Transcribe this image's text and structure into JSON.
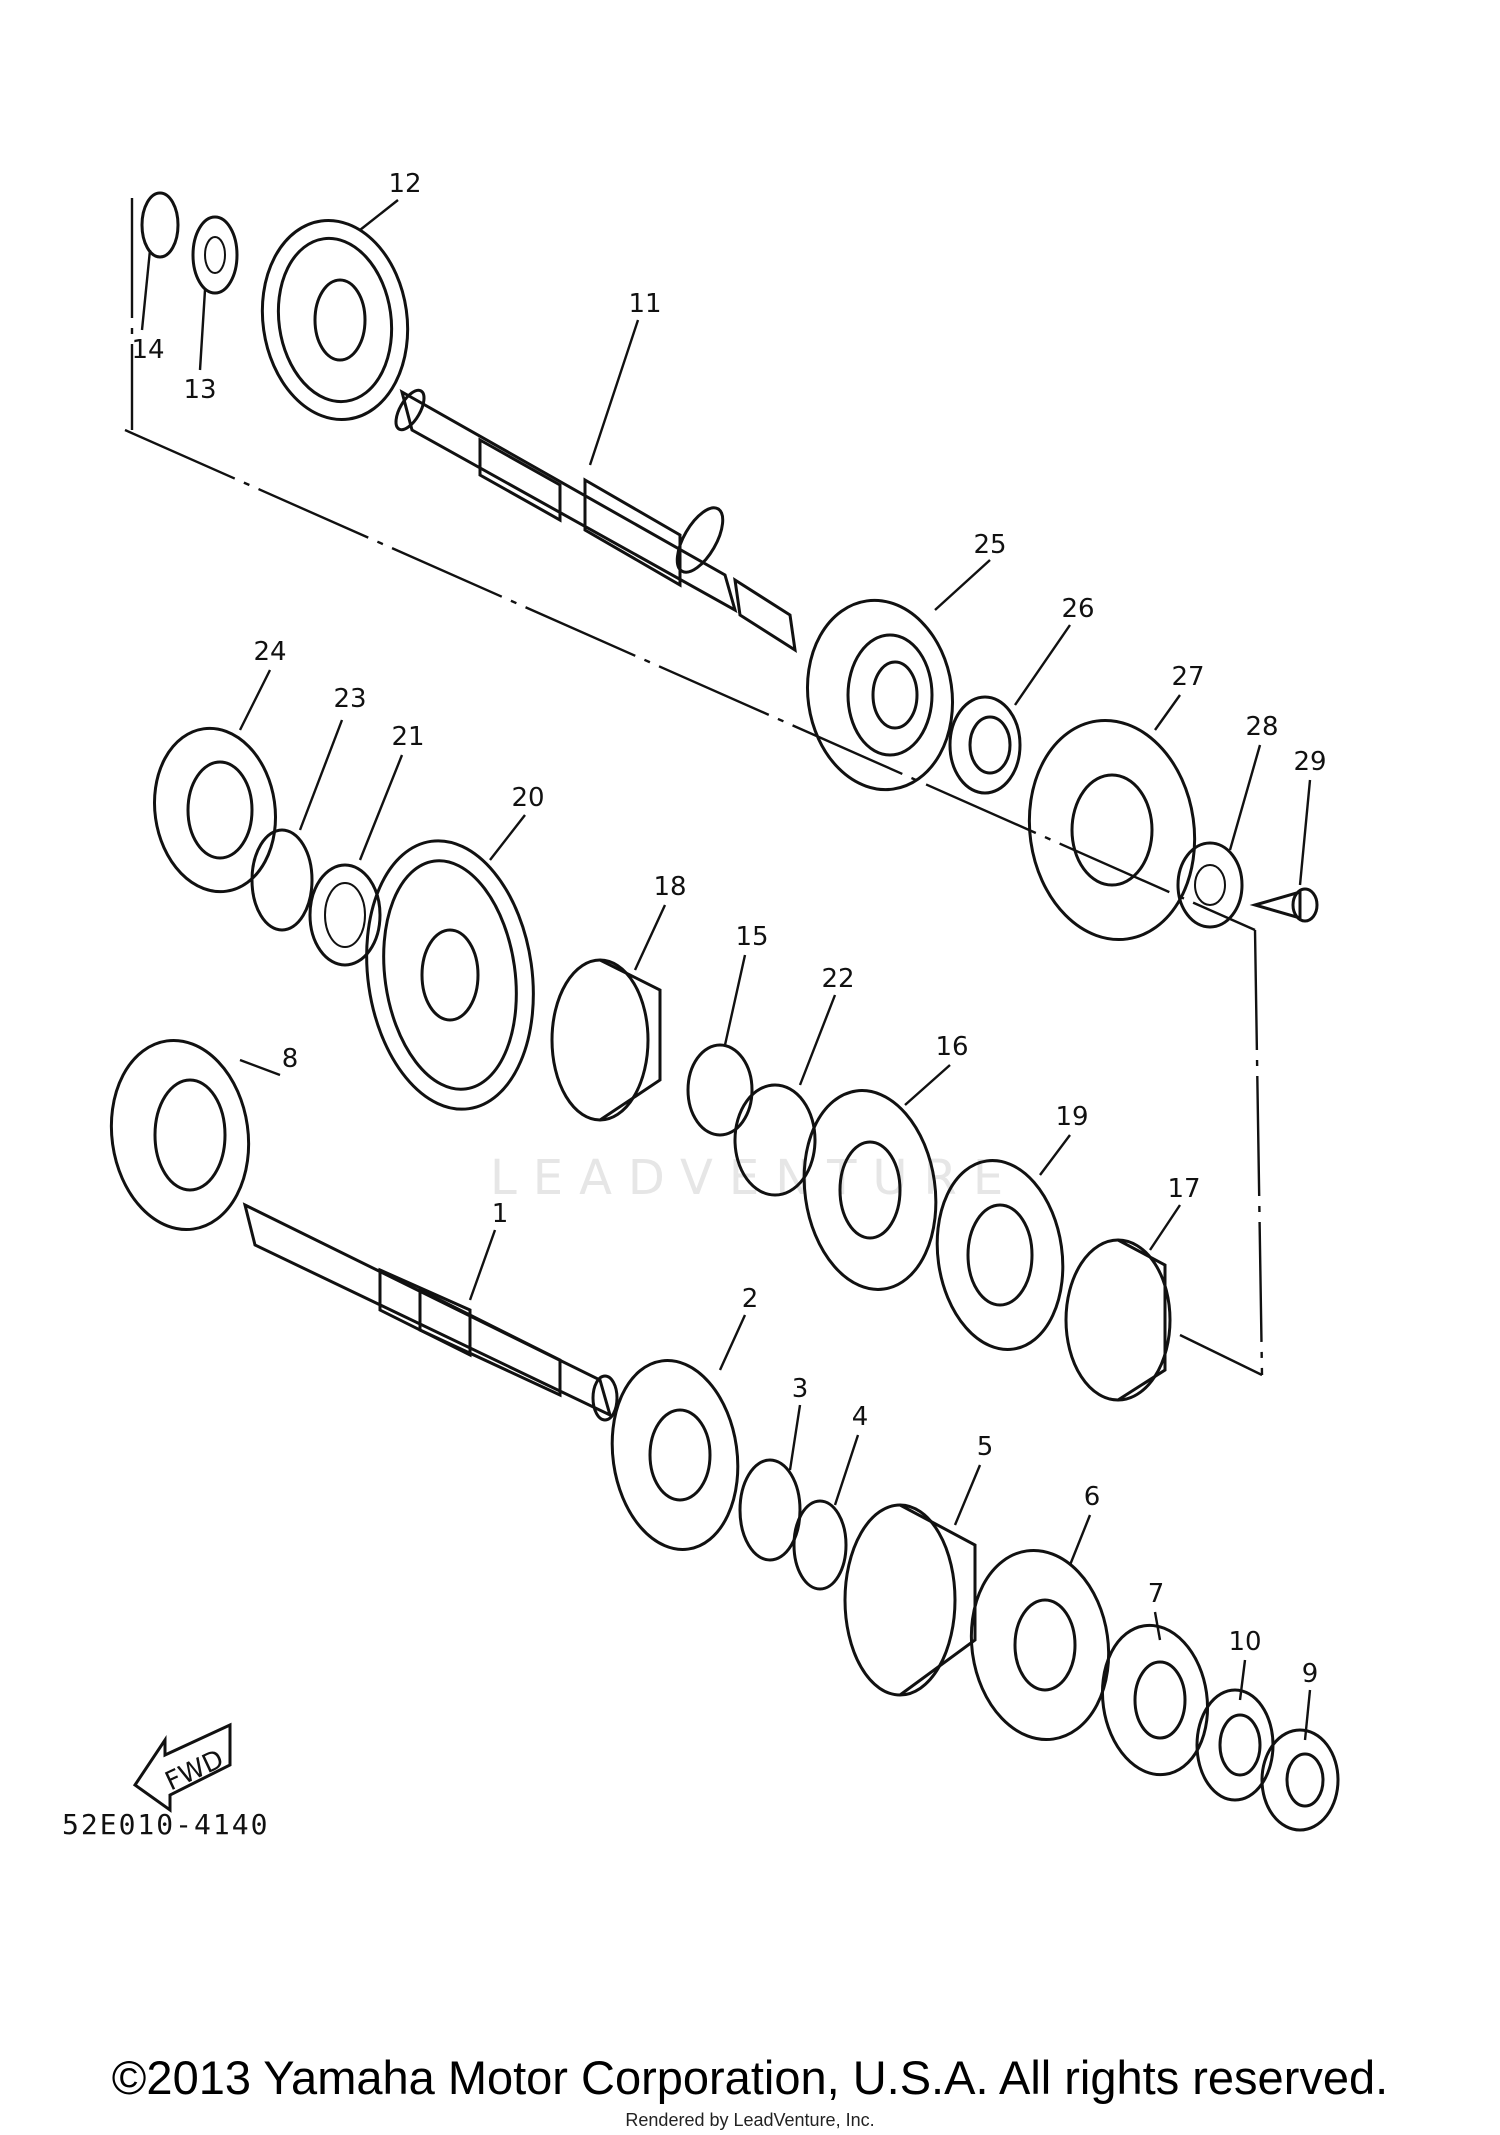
{
  "diagram": {
    "drawing_code": "52E010-4140",
    "fwd_label": "FWD",
    "watermark": "LEADVENTURE",
    "copyright": "©2013 Yamaha Motor Corporation, U.S.A. All rights reserved.",
    "rendered_by": "Rendered by LeadVenture, Inc.",
    "callouts": [
      "1",
      "2",
      "3",
      "4",
      "5",
      "6",
      "7",
      "8",
      "9",
      "10",
      "11",
      "12",
      "13",
      "14",
      "15",
      "16",
      "17",
      "18",
      "19",
      "20",
      "21",
      "22",
      "23",
      "24",
      "25",
      "26",
      "27",
      "28",
      "29"
    ]
  }
}
